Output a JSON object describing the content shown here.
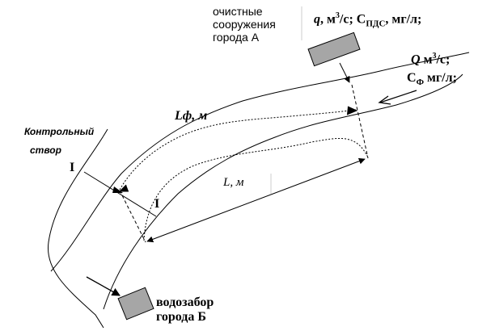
{
  "treatment_plant": {
    "line1": "очистные",
    "line2": "сооружения",
    "line3": "города А"
  },
  "discharge": {
    "q_sym": "q",
    "q_unit": ", м",
    "q_sup": "3",
    "q_unit_tail": "/с; C",
    "c_sub": "ПДС",
    "c_unit": ", мг/л;"
  },
  "river_flow": {
    "Q_sym": "Q",
    "Q_unit": " м",
    "Q_sup": "3",
    "Q_unit_tail": "/с;",
    "C_sym": "C",
    "C_sub": "Ф",
    "C_unit": " мг/л;"
  },
  "fairway_length": "Lф, м",
  "straight_length": "L, м",
  "control_section": {
    "line1": "Контрольный",
    "line2": "створ"
  },
  "section_mark_left": "I",
  "section_mark_right": "I",
  "water_intake": {
    "line1": "водозабор",
    "line2": "города Б"
  },
  "colors": {
    "stroke": "#000000",
    "box_fill": "#a6a6a6",
    "background": "#ffffff"
  }
}
